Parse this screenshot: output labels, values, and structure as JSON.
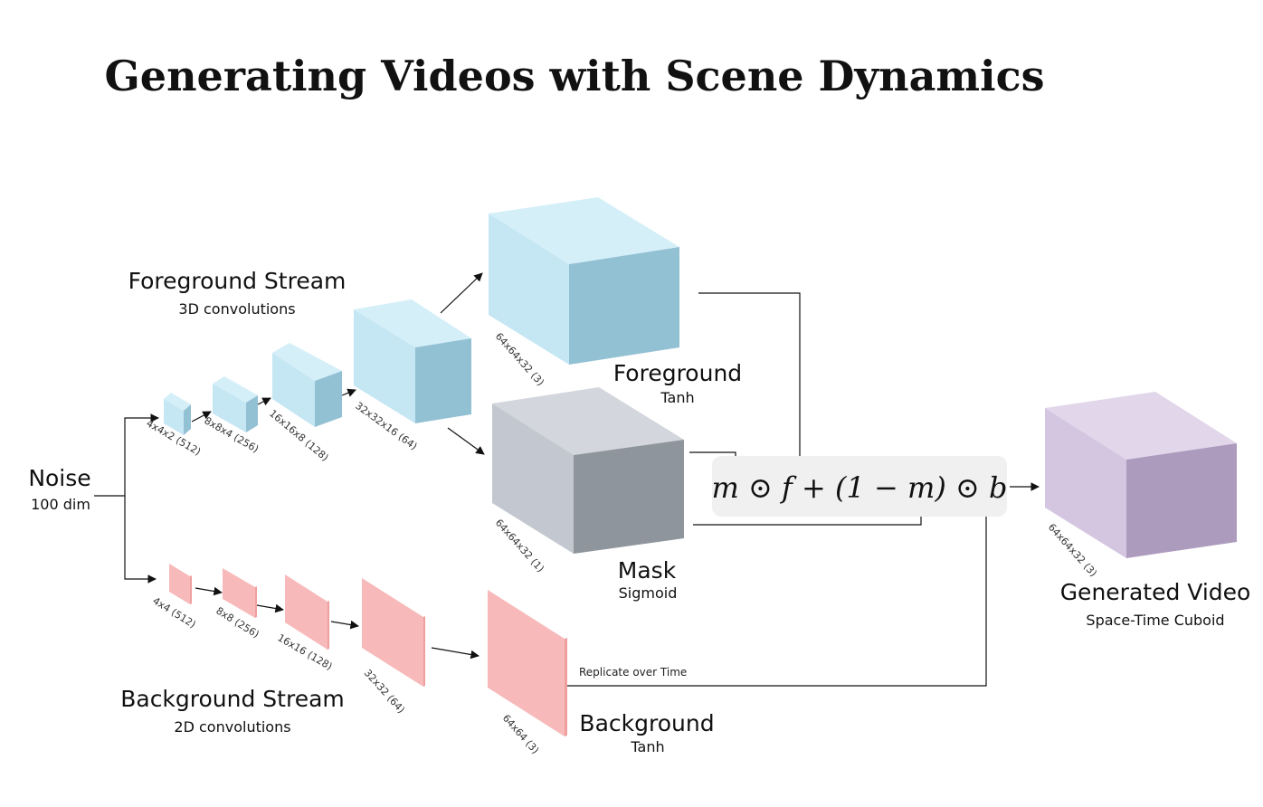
{
  "title": "Generating Videos with Scene Dynamics",
  "noise": {
    "label": "Noise",
    "sub": "100 dim"
  },
  "foreground_stream": {
    "label": "Foreground Stream",
    "sub": "3D convolutions"
  },
  "background_stream": {
    "label": "Background Stream",
    "sub": "2D convolutions"
  },
  "fg_layers": [
    "4x4x2 (512)",
    "8x8x4 (256)",
    "16x16x8 (128)",
    "32x32x16 (64)"
  ],
  "bg_layers": [
    "4x4 (512)",
    "8x8 (256)",
    "16x16 (128)",
    "32x32 (64)"
  ],
  "foreground_out": {
    "dims": "64x64x32 (3)",
    "label": "Foreground",
    "sub": "Tanh"
  },
  "mask_out": {
    "dims": "64x64x32 (1)",
    "label": "Mask",
    "sub": "Sigmoid"
  },
  "background_out": {
    "dims": "64x64 (3)",
    "label": "Background",
    "sub": "Tanh"
  },
  "replicate_label": "Replicate over Time",
  "formula": "m ⊙ f + (1 − m) ⊙ b",
  "generated": {
    "dims": "64x64x32 (3)",
    "label": "Generated Video",
    "sub": "Space-Time Cuboid"
  },
  "colors": {
    "fg_front": "#c5e6f3",
    "fg_top": "#d5eff8",
    "fg_side": "#93c1d4",
    "mask_front": "#c3c7cf",
    "mask_top": "#d3d6dc",
    "mask_side": "#8e959c",
    "gen_front": "#d4c5e0",
    "gen_top": "#e1d6ea",
    "gen_side": "#ad9bbd",
    "bg_plane": "#f7b9b9",
    "bg_side": "#ef9f9f",
    "formula_bg": "#f0f0f0"
  }
}
